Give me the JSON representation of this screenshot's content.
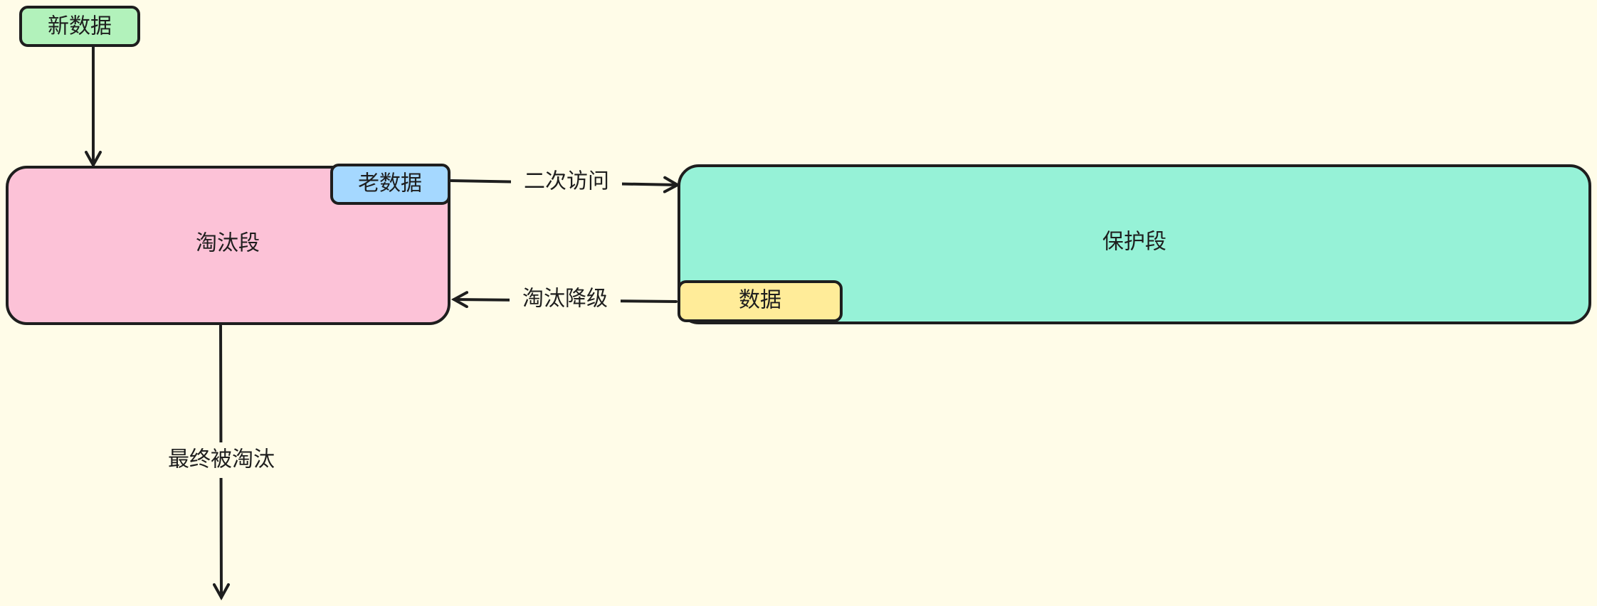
{
  "nodes": {
    "new_data": {
      "label": "新数据",
      "color": "#b2f2bb"
    },
    "probation": {
      "label": "淘汰段",
      "color": "#fcc2d7"
    },
    "old_data": {
      "label": "老数据",
      "color": "#a5d8ff"
    },
    "protected": {
      "label": "保护段",
      "color": "#96f2d7"
    },
    "data": {
      "label": "数据",
      "color": "#ffec99"
    }
  },
  "edges": {
    "second_access": {
      "label": "二次访问"
    },
    "demote": {
      "label": "淘汰降级"
    },
    "evicted": {
      "label": "最终被淘汰"
    }
  },
  "background": "#fffce8"
}
